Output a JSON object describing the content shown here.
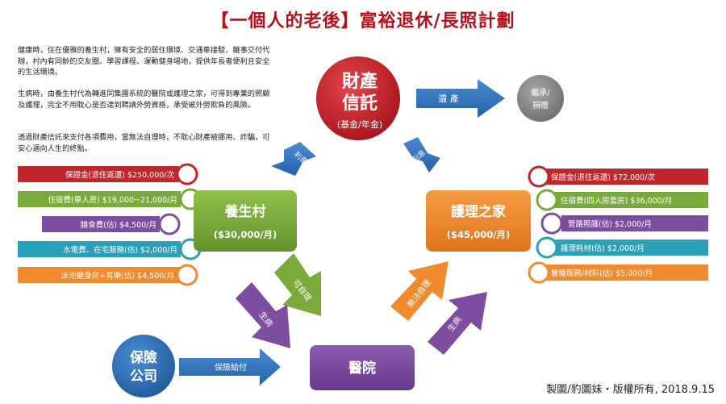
{
  "title": "【一個人的老後】富裕退休/長照計劃",
  "intro": {
    "p1": "健康時，住在優雅的養生村，擁有安全的居住環境、交通車接駁、雜事交付代辦，村內有同齡的交友圈、學習課程、運動健身場地，提供年長者便利且安全的生活環境。",
    "p2": "生病時，由養生村代為轉進同集團系統的醫院或護理之家，可得到專業的照顧及護理，完全不用耽心是否達到聘請外勞資格，承受被外勞欺負的風險。",
    "p3": "透過財產信託來支付各項費用，當無法自理時，不耽心財產被挪用、詐騙，可安心邁向人生的終點。"
  },
  "trust": {
    "line1": "財產",
    "line2": "信託",
    "sub": "(基金/年金)"
  },
  "inherit": {
    "line1": "繼承/",
    "line2": "捐贈"
  },
  "arrows": {
    "legacy": "遺  產",
    "interest_left": "利息",
    "interest_right": "利息",
    "self_care": "可自理",
    "sick_left": "生病",
    "no_self_care": "無法自理",
    "sick_right": "生病",
    "insurance_pay": "保險給付"
  },
  "village": {
    "name": "養生村",
    "cost": "($30,000/月)"
  },
  "nursing": {
    "name": "護理之家",
    "cost": "($45,000/月)"
  },
  "hospital": {
    "name": "醫院"
  },
  "insurance": {
    "line1": "保險",
    "line2": "公司"
  },
  "village_costs": [
    "保證金(退住返還) $250,000/次",
    "住宿費(單人房) $19,000~21,000/月",
    "膳食費(估) $4,500/月",
    "水電費、在宅服務(估) $2,000/月",
    "泳池健身房+育樂(估) $4,500/月"
  ],
  "nursing_costs": [
    "保證金(退住返還) $72,000/次",
    "住宿費(四人房套房) $36,000/月",
    "管路照護(估) $2,000/月",
    "護理耗材(估) $2,000/月",
    "醫療服務/材料(估) $5,000/月"
  ],
  "credit": "製圖/豹圖妹・版權所有, 2018.9.15",
  "colors": {
    "red": "#c0272d",
    "green": "#7aab3a",
    "purple": "#7d4e9f",
    "teal": "#2a9fb8",
    "orange": "#ef8a2e",
    "blue": "#2d6fb7",
    "gray": "#8a8a8a"
  }
}
